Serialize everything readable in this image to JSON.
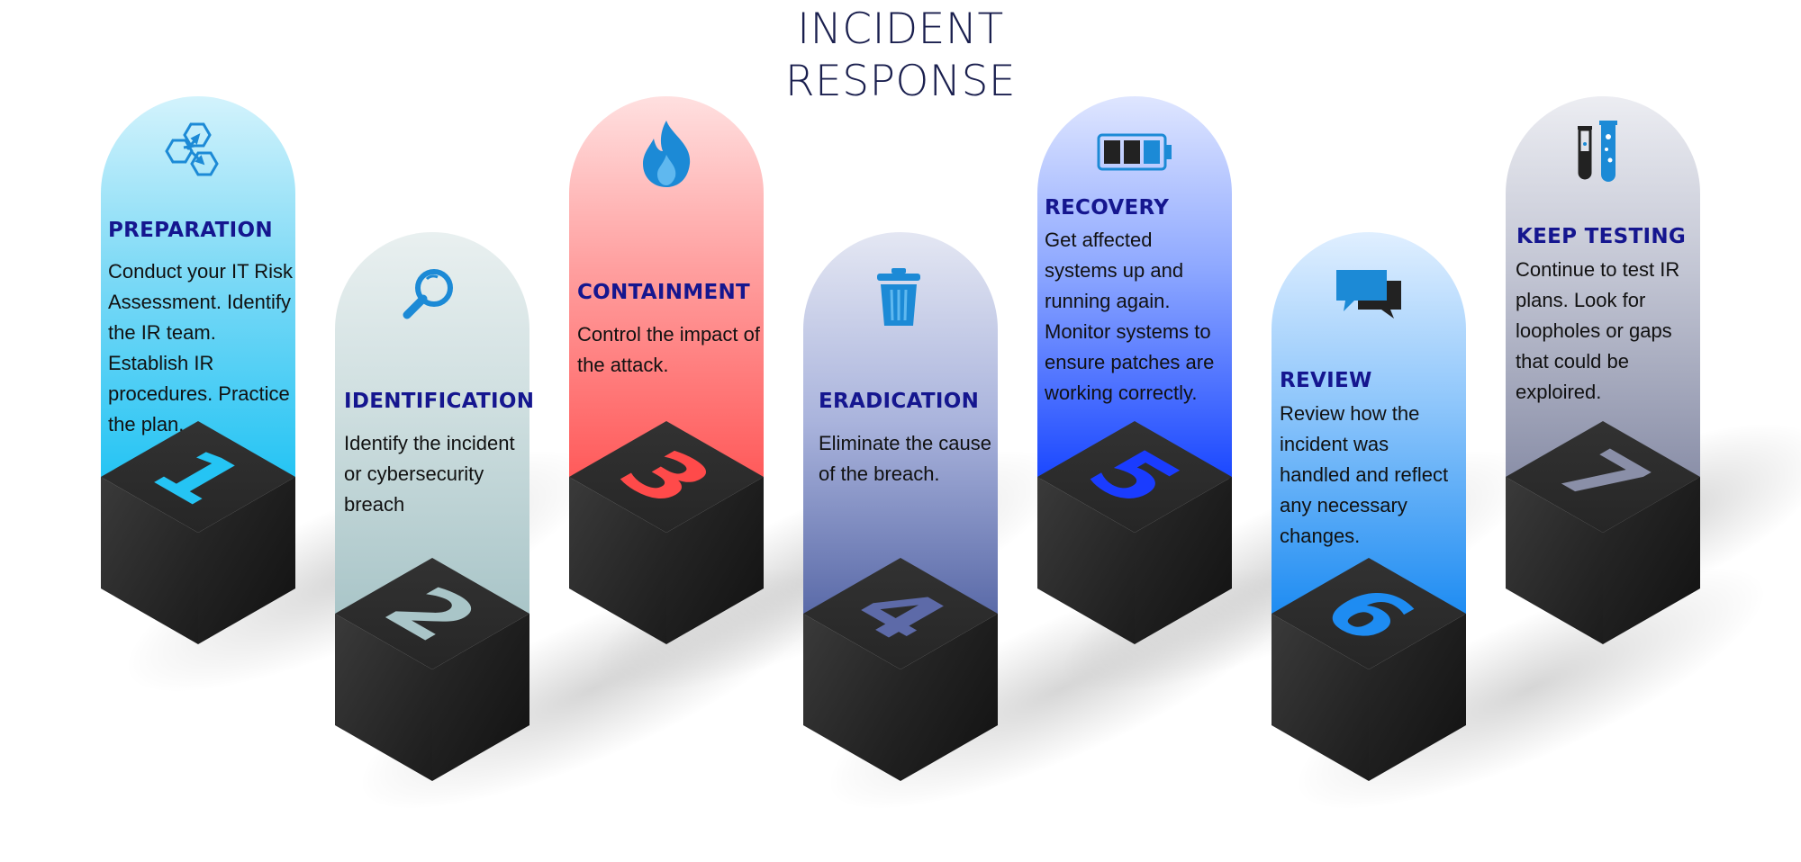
{
  "title": {
    "line1": "INCIDENT",
    "line2": "RESPONSE"
  },
  "steps": [
    {
      "number": "1",
      "title": "PREPARATION",
      "text": "Conduct your IT Risk Assessment. Identify the IR team. Establish IR procedures. Practice the plan.",
      "icon": "hexagons-arrows-icon",
      "accent": "#25c4f4"
    },
    {
      "number": "2",
      "title": "IDENTIFICATION",
      "text": "Identify the incident or cybersecurity breach",
      "icon": "magnifier-icon",
      "accent": "#a9c5c8"
    },
    {
      "number": "3",
      "title": "CONTAINMENT",
      "text": "Control the impact of the attack.",
      "icon": "flame-icon",
      "accent": "#ff5a5a"
    },
    {
      "number": "4",
      "title": "ERADICATION",
      "text": "Eliminate the cause of the breach.",
      "icon": "trash-can-icon",
      "accent": "#5a6aa8"
    },
    {
      "number": "5",
      "title": "RECOVERY",
      "text": "Get affected systems up and running again. Monitor systems to ensure patches are working correctly.",
      "icon": "battery-icon",
      "accent": "#1a47ff"
    },
    {
      "number": "6",
      "title": "REVIEW",
      "text": "Review how the incident was handled and reflect any necessary changes.",
      "icon": "chat-bubbles-icon",
      "accent": "#1e8cf2"
    },
    {
      "number": "7",
      "title": "KEEP TESTING",
      "text": "Continue to test IR plans. Look for loopholes or gaps that could be exploired.",
      "icon": "test-tubes-icon",
      "accent": "#8a8fa8"
    }
  ]
}
